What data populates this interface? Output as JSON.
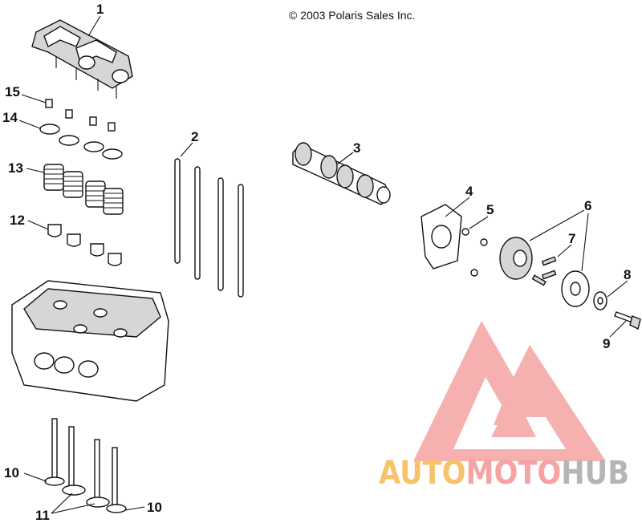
{
  "copyright": "© 2003 Polaris Sales Inc.",
  "callouts": {
    "c1": "1",
    "c2": "2",
    "c3": "3",
    "c4": "4",
    "c5": "5",
    "c6": "6",
    "c7": "7",
    "c8": "8",
    "c9": "9",
    "c10a": "10",
    "c10b": "10",
    "c11": "11",
    "c12": "12",
    "c13": "13",
    "c14": "14",
    "c15": "15"
  },
  "watermark": {
    "part1": "AUTO",
    "part2": "MOTO",
    "part3": "HUB"
  },
  "colors": {
    "watermark_orange": "#f7c36a",
    "watermark_red": "#f5a3a3",
    "watermark_gray": "#b5b5b5"
  },
  "icons": {
    "watermark_logo": "triangle-m-logo-icon"
  }
}
